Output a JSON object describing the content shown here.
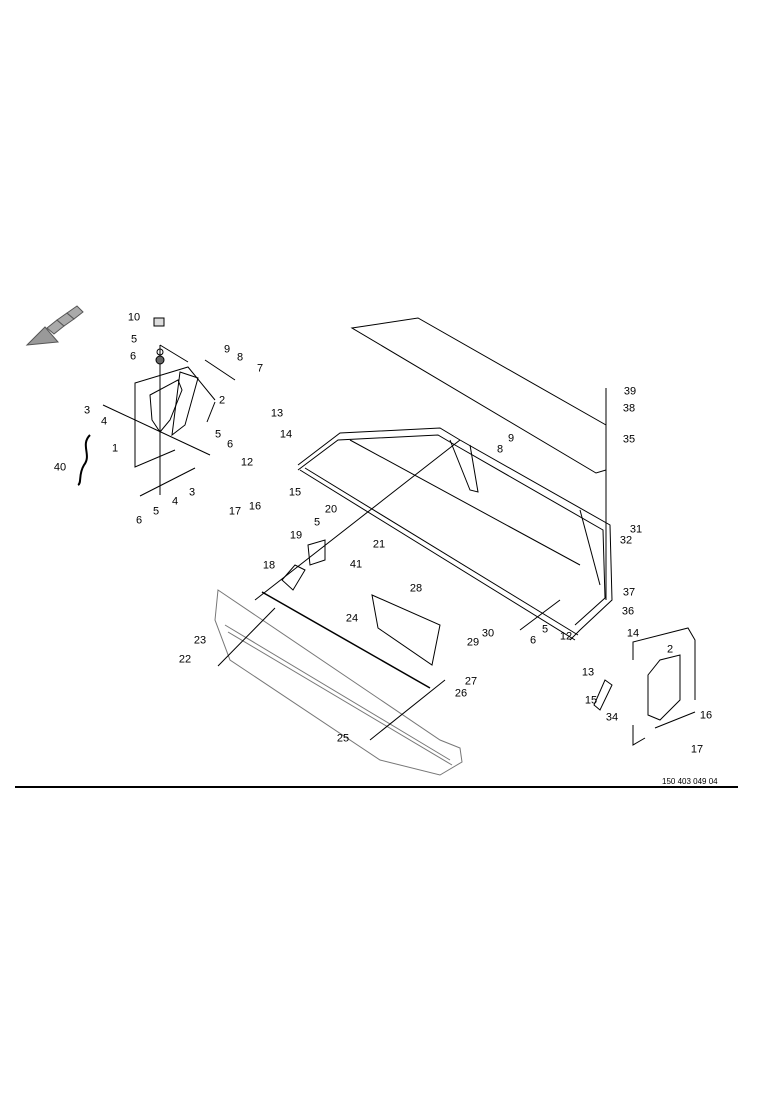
{
  "diagram": {
    "drawing_number": "150 403 049 04",
    "orientation_icon": "direction-arrow-icon",
    "callouts": [
      "10",
      "5",
      "6",
      "9",
      "8",
      "7",
      "3",
      "4",
      "2",
      "1",
      "5",
      "6",
      "13",
      "14",
      "12",
      "15",
      "40",
      "6",
      "5",
      "4",
      "3",
      "17",
      "16",
      "20",
      "5",
      "19",
      "18",
      "41",
      "21",
      "28",
      "24",
      "23",
      "22",
      "30",
      "29",
      "5",
      "6",
      "12",
      "13",
      "14",
      "15",
      "2",
      "34",
      "16",
      "17",
      "27",
      "26",
      "25",
      "37",
      "36",
      "31",
      "32",
      "39",
      "38",
      "35",
      "9",
      "8"
    ]
  }
}
